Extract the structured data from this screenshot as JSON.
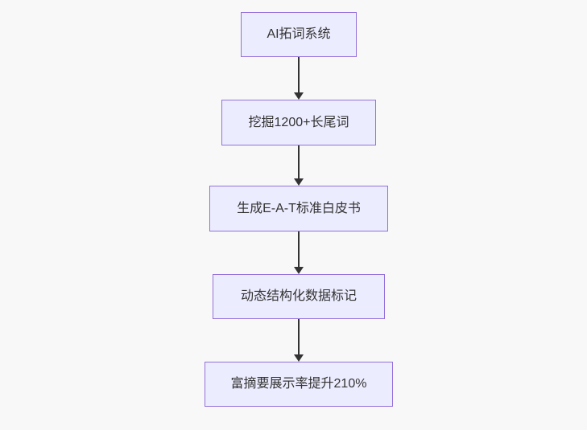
{
  "diagram": {
    "type": "flowchart",
    "direction": "top-down",
    "nodes": [
      {
        "id": "n1",
        "label": "AI拓词系统"
      },
      {
        "id": "n2",
        "label": "挖掘1200+长尾词"
      },
      {
        "id": "n3",
        "label": "生成E-A-T标准白皮书"
      },
      {
        "id": "n4",
        "label": "动态结构化数据标记"
      },
      {
        "id": "n5",
        "label": "富摘要展示率提升210%"
      }
    ],
    "edges": [
      {
        "from": "n1",
        "to": "n2"
      },
      {
        "from": "n2",
        "to": "n3"
      },
      {
        "from": "n3",
        "to": "n4"
      },
      {
        "from": "n4",
        "to": "n5"
      }
    ],
    "colors": {
      "node_fill": "#ECECFF",
      "node_border": "#9370DB",
      "arrow": "#333333",
      "text": "#333333",
      "background": "#f8f8f8"
    }
  }
}
